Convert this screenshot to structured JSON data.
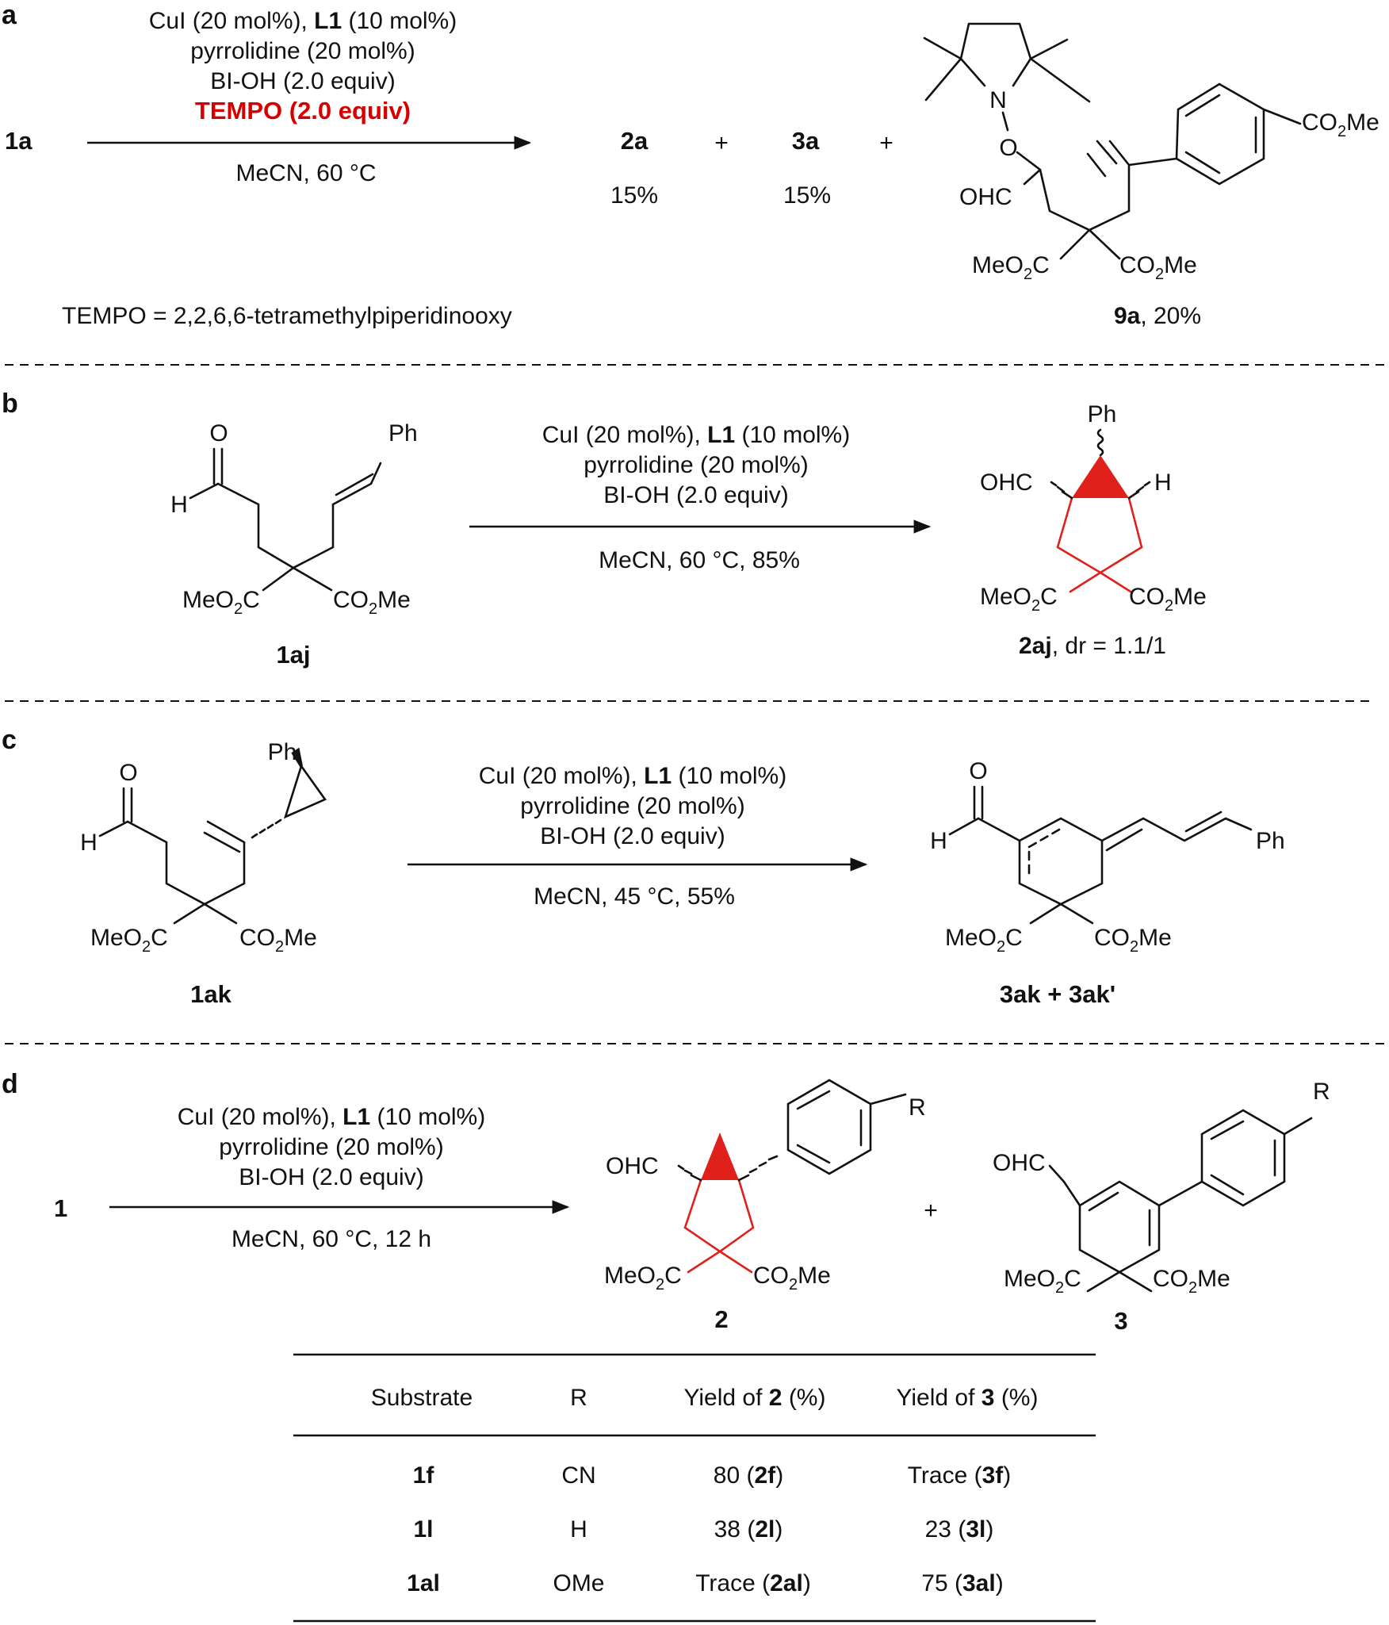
{
  "colors": {
    "highlight": "#d60000",
    "ink": "#111111",
    "bond_highlight": "#e0201a"
  },
  "panel_a": {
    "label": "a",
    "reactant": "1a",
    "cond1_pre": "CuI (20 mol%), ",
    "cond1_bold": "L1",
    "cond1_post": " (10 mol%)",
    "cond2": "pyrrolidine (20 mol%)",
    "cond3": "BI-OH (2.0 equiv)",
    "cond4": "TEMPO (2.0 equiv)",
    "cond5": "MeCN, 60 °C",
    "product1": "2a",
    "yield1": "15%",
    "plus": "+",
    "product2": "3a",
    "yield2": "15%",
    "product3": "9a",
    "yield3": ", 20%",
    "note": "TEMPO = 2,2,6,6-tetramethylpiperidinooxy",
    "atom_N": "N",
    "atom_O": "O",
    "atom_OHC": "OHC",
    "group_left": "MeO",
    "group_left_sub": "2",
    "group_left_end": "C",
    "group_right": "CO",
    "group_right_sub": "2",
    "group_right_end": "Me"
  },
  "panel_b": {
    "label": "b",
    "reactant": "1aj",
    "cond1_pre": "CuI (20 mol%), ",
    "cond1_bold": "L1",
    "cond1_post": " (10 mol%)",
    "cond2": "pyrrolidine (20 mol%)",
    "cond3": "BI-OH (2.0 equiv)",
    "cond4": "MeCN, 60  °C, 85%",
    "product": "2aj",
    "product_note": ", dr = 1.1/1",
    "atom_O": "O",
    "atom_H": "H",
    "atom_Ph": "Ph",
    "atom_OHC": "OHC"
  },
  "panel_c": {
    "label": "c",
    "reactant": "1ak",
    "cond1_pre": "CuI (20 mol%), ",
    "cond1_bold": "L1",
    "cond1_post": " (10 mol%)",
    "cond2": "pyrrolidine (20 mol%)",
    "cond3": "BI-OH (2.0 equiv)",
    "cond4": "MeCN, 45  °C, 55%",
    "product": "3ak + 3ak'",
    "atom_O": "O",
    "atom_H": "H",
    "atom_Ph": "Ph"
  },
  "panel_d": {
    "label": "d",
    "reactant": "1",
    "cond1_pre": "CuI (20 mol%), ",
    "cond1_bold": "L1",
    "cond1_post": " (10 mol%)",
    "cond2": "pyrrolidine (20 mol%)",
    "cond3": "BI-OH (2.0 equiv)",
    "cond4": "MeCN, 60 °C, 12 h",
    "product1": "2",
    "product2": "3",
    "plus": "+",
    "atom_OHC": "OHC",
    "atom_R": "R",
    "table": {
      "headers": {
        "substrate": "Substrate",
        "r": "R",
        "yield2_pre": "Yield of ",
        "yield2_bold": "2",
        "yield2_post": " (%)",
        "yield3_pre": "Yield of ",
        "yield3_bold": "3",
        "yield3_post": " (%)"
      },
      "rows": [
        {
          "substrate": "1f",
          "r": "CN",
          "y2_val": "80 (",
          "y2_cmp": "2f",
          "y3_val": "Trace (",
          "y3_cmp": "3f",
          "close": ")"
        },
        {
          "substrate": "1l",
          "r": "H",
          "y2_val": "38 (",
          "y2_cmp": "2l",
          "y3_val": "23 (",
          "y3_cmp": "3l",
          "close": ")"
        },
        {
          "substrate": "1al",
          "r": "OMe",
          "y2_val": "Trace (",
          "y2_cmp": "2al",
          "y3_val": "75 (",
          "y3_cmp": "3al",
          "close": ")"
        }
      ]
    }
  }
}
